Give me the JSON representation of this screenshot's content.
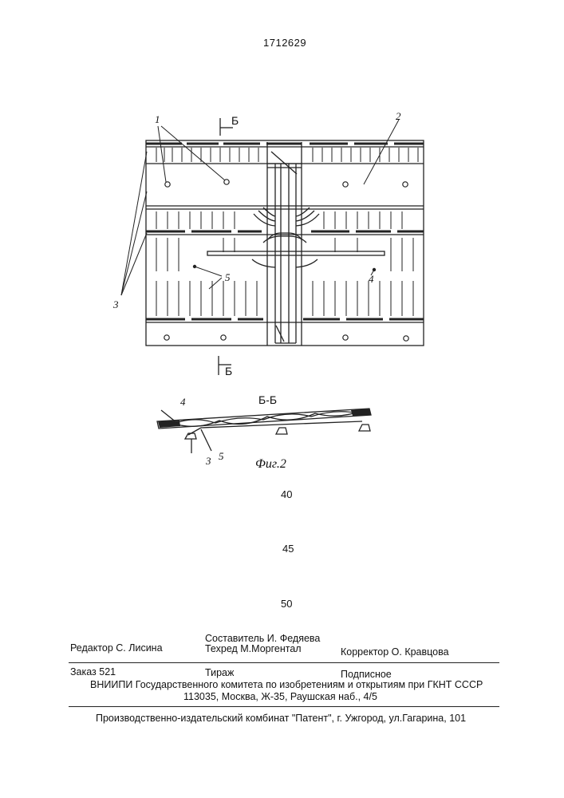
{
  "patent_number": "1712629",
  "figure": {
    "callouts": {
      "c1": "1",
      "c2": "2",
      "c3": "3",
      "c4": "4",
      "c5": "5"
    },
    "section_mark": "Б",
    "section_title": "Б-Б",
    "section_callouts": {
      "c4": "4",
      "c3": "3",
      "c5": "5"
    },
    "caption": "Фиг.2"
  },
  "line_numbers": [
    "40",
    "45",
    "50"
  ],
  "imprint": {
    "editor": "Редактор  С. Лисина",
    "compiler": "Составитель  И. Федяева",
    "techred": "Техред М.Моргентал",
    "corrector": "Корректор  О. Кравцова",
    "order": "Заказ  521",
    "circulation": "Тираж",
    "subscription": "Подписное",
    "institute": "ВНИИПИ Государственного комитета по изобретениям и открытиям при ГКНТ СССР",
    "address": "113035, Москва, Ж-35, Раушская наб., 4/5",
    "publisher": "Производственно-издательский комбинат \"Патент\", г. Ужгород, ул.Гагарина, 101"
  }
}
